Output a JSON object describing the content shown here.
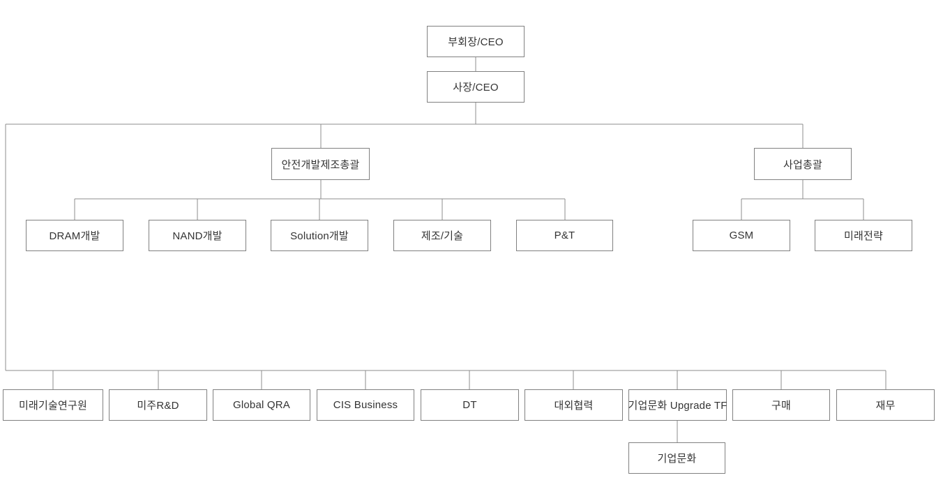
{
  "diagram": {
    "type": "org-chart",
    "nodes": {
      "vice_chairman_ceo": {
        "label": "부회장/CEO"
      },
      "president_ceo": {
        "label": "사장/CEO"
      },
      "safety_dev_mfg_group": {
        "label": "안전개발제조총괄"
      },
      "business_group": {
        "label": "사업총괄"
      },
      "dram_dev": {
        "label": "DRAM개발"
      },
      "nand_dev": {
        "label": "NAND개발"
      },
      "solution_dev": {
        "label": "Solution개발"
      },
      "mfg_tech": {
        "label": "제조/기술"
      },
      "p_and_t": {
        "label": "P&T"
      },
      "gsm": {
        "label": "GSM"
      },
      "future_strategy": {
        "label": "미래전략"
      },
      "future_tech_institute": {
        "label": "미래기술연구원"
      },
      "americas_rnd": {
        "label": "미주R&D"
      },
      "global_qra": {
        "label": "Global QRA"
      },
      "cis_business": {
        "label": "CIS Business"
      },
      "dt": {
        "label": "DT"
      },
      "external_cooperation": {
        "label": "대외협력"
      },
      "corp_culture_upgrade_tf": {
        "label": "기업문화 Upgrade TF"
      },
      "purchasing": {
        "label": "구매"
      },
      "finance": {
        "label": "재무"
      },
      "corp_culture": {
        "label": "기업문화"
      }
    },
    "edges": [
      [
        "vice_chairman_ceo",
        "president_ceo"
      ],
      [
        "president_ceo",
        "safety_dev_mfg_group"
      ],
      [
        "president_ceo",
        "business_group"
      ],
      [
        "president_ceo",
        "future_tech_institute"
      ],
      [
        "president_ceo",
        "americas_rnd"
      ],
      [
        "president_ceo",
        "global_qra"
      ],
      [
        "president_ceo",
        "cis_business"
      ],
      [
        "president_ceo",
        "dt"
      ],
      [
        "president_ceo",
        "external_cooperation"
      ],
      [
        "president_ceo",
        "corp_culture_upgrade_tf"
      ],
      [
        "president_ceo",
        "purchasing"
      ],
      [
        "president_ceo",
        "finance"
      ],
      [
        "safety_dev_mfg_group",
        "dram_dev"
      ],
      [
        "safety_dev_mfg_group",
        "nand_dev"
      ],
      [
        "safety_dev_mfg_group",
        "solution_dev"
      ],
      [
        "safety_dev_mfg_group",
        "mfg_tech"
      ],
      [
        "safety_dev_mfg_group",
        "p_and_t"
      ],
      [
        "business_group",
        "gsm"
      ],
      [
        "business_group",
        "future_strategy"
      ],
      [
        "corp_culture_upgrade_tf",
        "corp_culture"
      ]
    ],
    "colors": {
      "background": "#ffffff",
      "box_fill": "#ffffff",
      "box_border": "#808080",
      "connector": "#8c8c8c",
      "text": "#333333"
    }
  }
}
